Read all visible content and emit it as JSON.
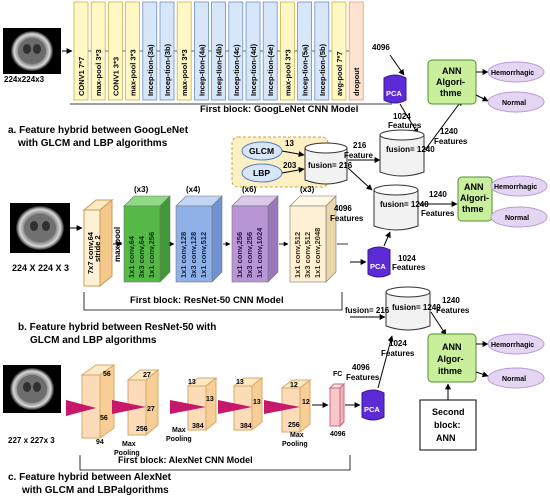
{
  "colors": {
    "googlenet_yellow": "#fff7c4",
    "googlenet_blue": "#d7e7f9",
    "googlenet_orange": "#fde3cf",
    "pca_purple": "#5d2bd6",
    "ann_green": "#c9ef9d",
    "class_lavender": "#e4d6f2",
    "resnet_green": "#54b947",
    "resnet_blue": "#8fb1e8",
    "resnet_purple": "#b896d6",
    "resnet_cream": "#fdf0d4",
    "alex_peach": "#fcdcb8",
    "alex_triangle": "#c8186a",
    "fc_pink": "#f6c8c8",
    "glcm_box_fill": "#fdf0c4"
  },
  "section_a": {
    "input_size": "224x224x3",
    "layers": [
      {
        "label": "CONV1 7*7",
        "style": "yellow"
      },
      {
        "label": "max-pool 3*3",
        "style": "yellow"
      },
      {
        "label": "CONV1 3*3",
        "style": "yellow"
      },
      {
        "label": "max-pool 3*3",
        "style": "yellow"
      },
      {
        "label": "Incep-tion-(3a)",
        "style": "blue"
      },
      {
        "label": "Incep-tion-(3b)",
        "style": "blue"
      },
      {
        "label": "max-pool 3*3",
        "style": "yellow"
      },
      {
        "label": "Incep-tion-(4a)",
        "style": "blue"
      },
      {
        "label": "Incep-tion-(4b)",
        "style": "blue"
      },
      {
        "label": "Incep-tion-(4c)",
        "style": "blue"
      },
      {
        "label": "Incep-tion-(4d)",
        "style": "blue"
      },
      {
        "label": "Incep-tion-(4e)",
        "style": "blue"
      },
      {
        "label": "max-pool 3*3",
        "style": "yellow"
      },
      {
        "label": "Incep-tion-(5a)",
        "style": "blue"
      },
      {
        "label": "Incep-tion-(5b)",
        "style": "blue"
      },
      {
        "label": "avg-pool 7*7",
        "style": "yellow"
      },
      {
        "label": "dropout",
        "style": "orange"
      }
    ],
    "block_label": "First block: GoogLeNet CNN Model",
    "features_4096": "4096",
    "features_1024": "1024",
    "features_word": "Features",
    "caption_line1": "a. Feature hybrid between GoogLeNet",
    "caption_line2": "with GLCM and LBP algorithms"
  },
  "glcm_lbp": {
    "glcm": "GLCM",
    "lbp": "LBP",
    "glcm_count": "13",
    "lbp_count": "203",
    "fusion": "fusion= 216",
    "features_216": "216",
    "features_word": "Feature"
  },
  "pca_label": "PCA",
  "fusion_1240": "fusion= 1240",
  "features_1240": "1240",
  "features_word": "Features",
  "ann": {
    "line1": "ANN",
    "line2": "Algori-",
    "line3": "thme"
  },
  "ann2": {
    "line1": "ANN",
    "line2": "Algori-",
    "line3": "thme"
  },
  "ann3": {
    "line1": "ANN",
    "line2": "Algor-",
    "line3": "ithme"
  },
  "classes": {
    "hemorrhagic": "Hemorrhagic",
    "normal": "Normal"
  },
  "section_b": {
    "input_size": "224 X 224 X 3",
    "conv1_line1": "7x7 conv,64",
    "conv1_line2": "stride 2",
    "maxpool": "max pool",
    "groups": [
      {
        "repeat": "(x3)",
        "lines": [
          "1x1 conv,64",
          "3x3 conv,64",
          "1x1 conv,256"
        ],
        "style": "green"
      },
      {
        "repeat": "(x4)",
        "lines": [
          "1x1 conv,128",
          "3x3 conv,128",
          "1x1 conv,512"
        ],
        "style": "blue"
      },
      {
        "repeat": "(x6)",
        "lines": [
          "1x1 conv,256",
          "3x3 conv,256",
          "1x1 conv,1024"
        ],
        "style": "purple"
      },
      {
        "repeat": "(x3)",
        "lines": [
          "1x1 conv,512",
          "3x3 conv,512",
          "1x1 conv,2048"
        ],
        "style": "cream"
      }
    ],
    "features_4096": "4096",
    "features_1024": "1024",
    "block_label": "First block: ResNet-50 CNN Model",
    "caption_line1": "b. Feature hybrid between ResNet-50 with",
    "caption_line2": "GLCM and LBP algorithms"
  },
  "section_c": {
    "input_size": "227 x 227x 3",
    "dims": {
      "d56a": "56",
      "d56b": "56",
      "d94": "94",
      "d27a": "27",
      "d27b": "27",
      "d256a": "256",
      "d13a": "13",
      "d13b": "13",
      "d384a": "384",
      "d13c": "13",
      "d13d": "13",
      "d384b": "384",
      "d12a": "12",
      "d12b": "12",
      "d256b": "256",
      "d4096": "4096"
    },
    "maxpool1": [
      "Max",
      "Pooling"
    ],
    "maxpool2": [
      "Max",
      "Pooling"
    ],
    "maxpool3": [
      "Max",
      "Pooling"
    ],
    "fc": "FC",
    "features_4096": "4096",
    "features_1024": "1024",
    "fusion_216": "fusion= 216",
    "block_label": "First block: AlexNet CNN Model",
    "caption_line1": "c. Feature hybrid between AlexNet",
    "caption_line2": "with GLCM and LBPalgorithms",
    "second_block_line1": "Second",
    "second_block_line2": "block:",
    "second_block_line3": "ANN"
  }
}
